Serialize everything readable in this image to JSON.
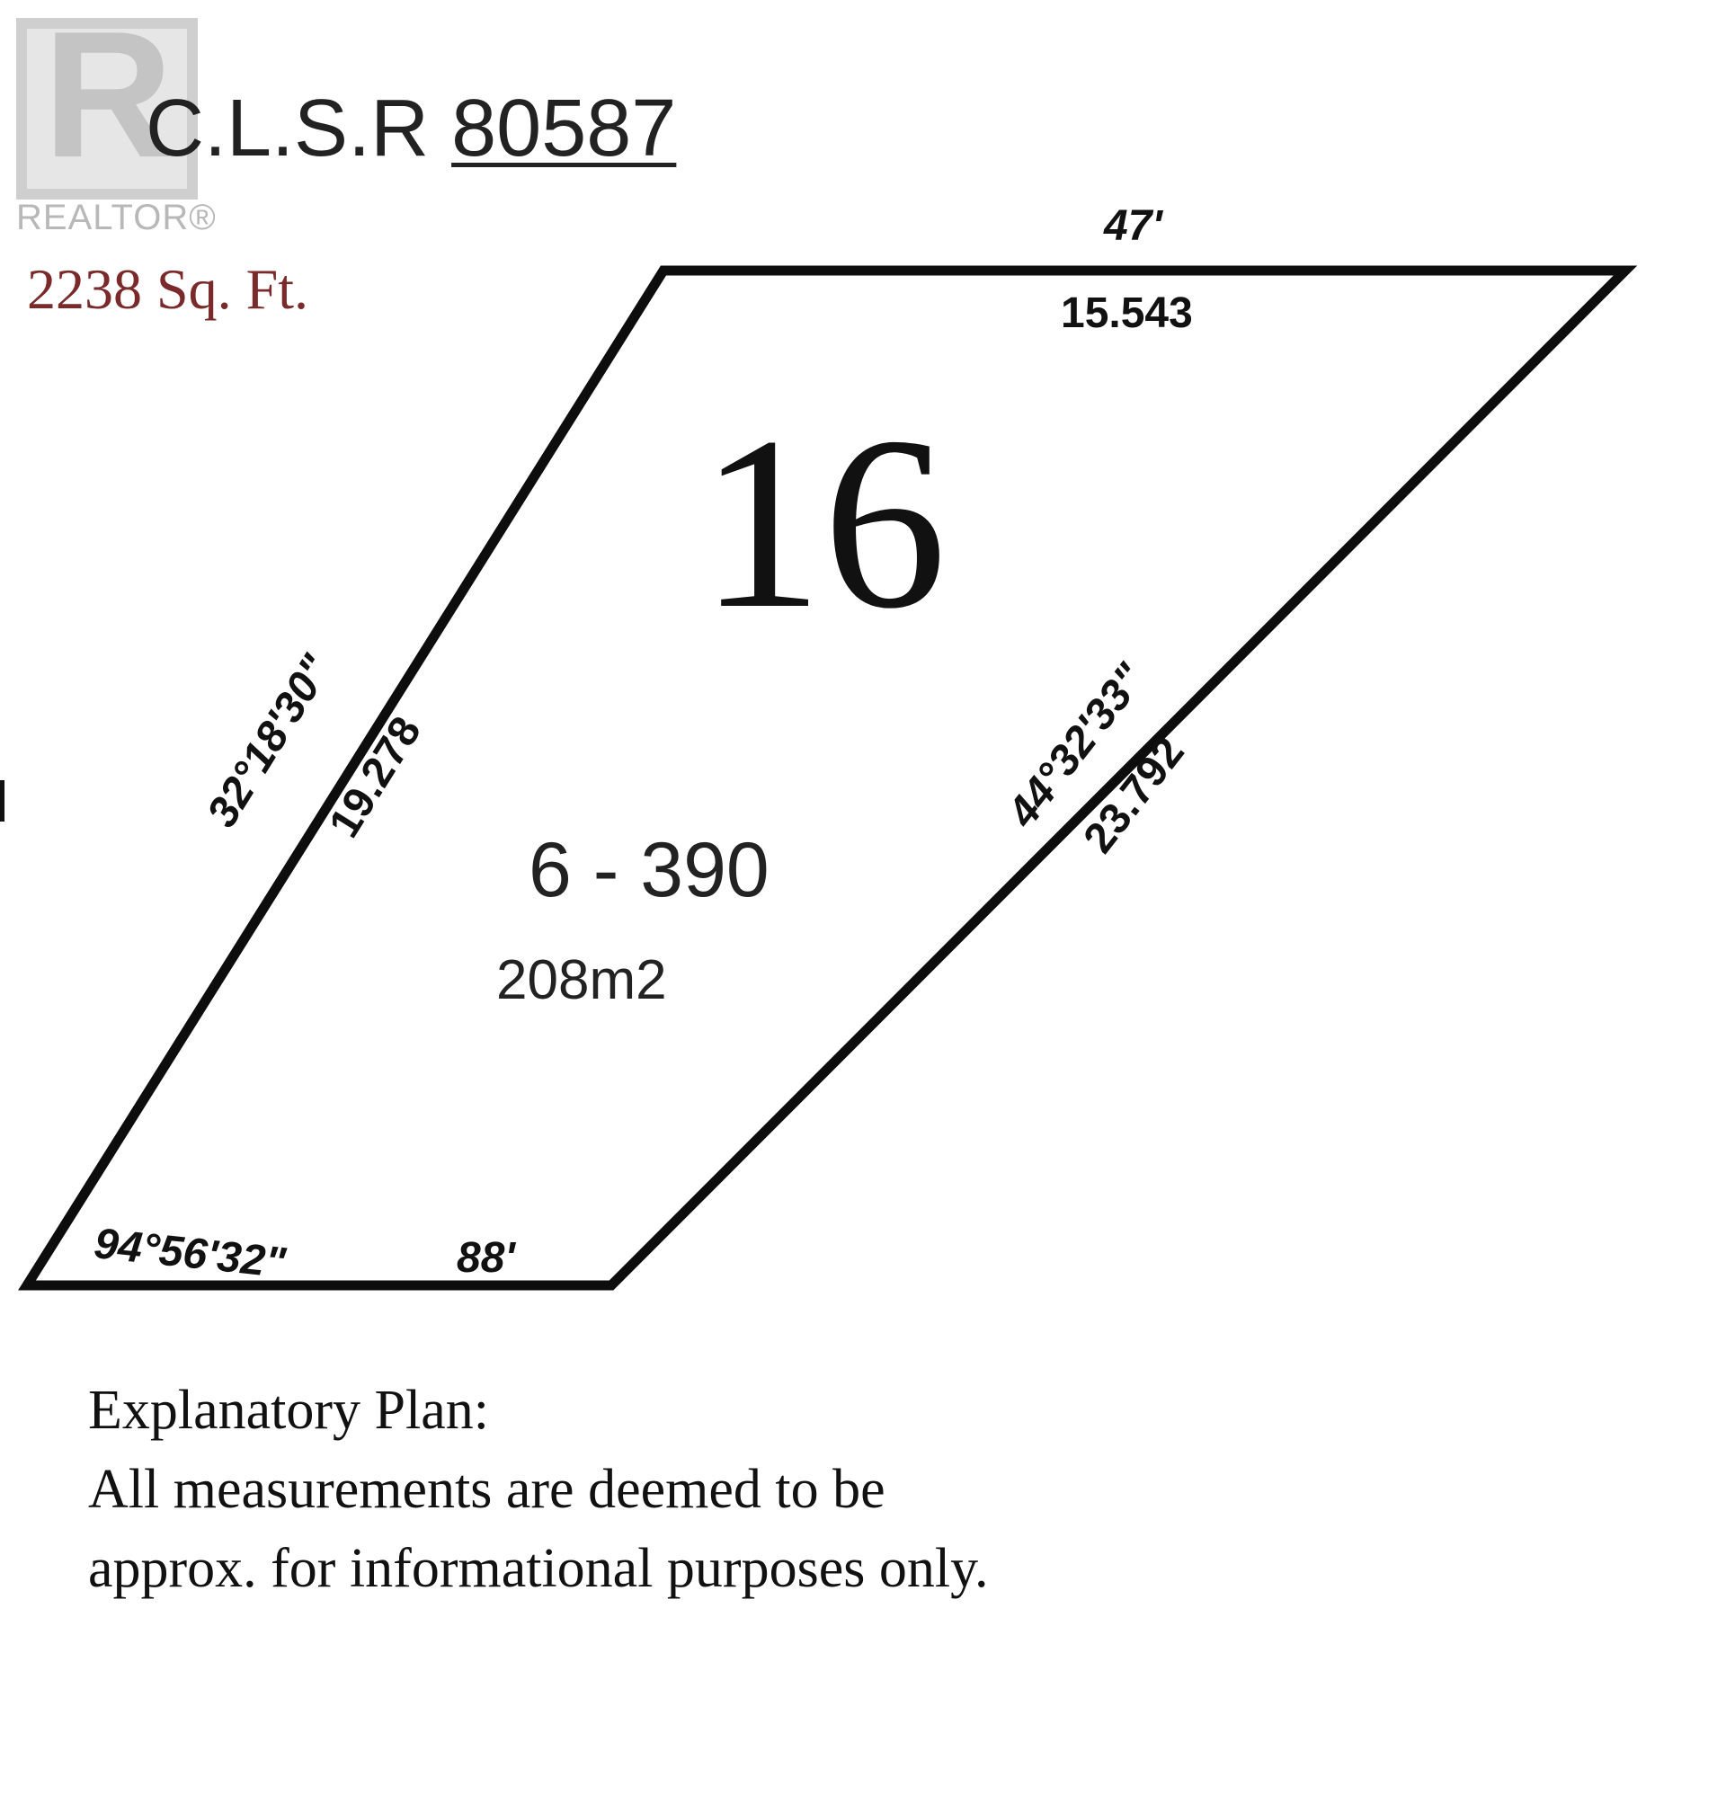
{
  "logo": {
    "letter": "R",
    "word": "REALTOR®"
  },
  "plan": {
    "ref_prefix": "C.L.S.R ",
    "ref_number": "80587",
    "area_sqft": "2238 Sq. Ft.",
    "lot_number": "16",
    "unit_range": "6 - 390",
    "area_m2": "208m2"
  },
  "dimensions": {
    "top_ft": "47'",
    "top_m": "15.543",
    "bottom_ft": "88'",
    "bottom_angle": "94°56'32\"",
    "left_angle": "32°18'30\"",
    "left_m": "19.278",
    "right_angle": "44°32'33\"",
    "right_m": "23.792"
  },
  "note": {
    "line1": "Explanatory Plan:",
    "line2": "All measurements are deemed to be",
    "line3": "approx. for informational purposes only."
  }
}
